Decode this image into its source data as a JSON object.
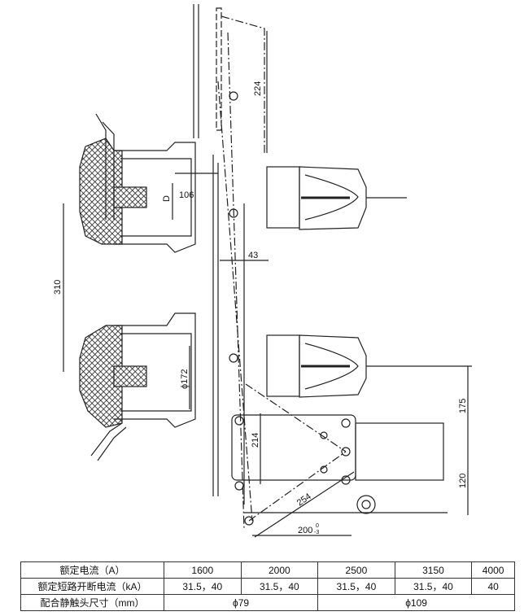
{
  "drawing": {
    "dimensions": {
      "d224": "224",
      "d106": "106",
      "dD": "D",
      "d43": "43",
      "d310": "310",
      "d172": "ϕ172",
      "d175": "175",
      "d214": "214",
      "d254": "254",
      "d120": "120",
      "d200": "200",
      "d200_tol_upper": "0",
      "d200_tol_lower": "-3"
    }
  },
  "table": {
    "rows": [
      {
        "label": "额定电流（A）",
        "cells": [
          "1600",
          "2000",
          "2500",
          "3150",
          "4000"
        ]
      },
      {
        "label": "额定短路开断电流（kA）",
        "cells": [
          "31.5，40",
          "31.5，40",
          "31.5，40",
          "31.5，40",
          "40"
        ]
      },
      {
        "label": "配合静触头尺寸（mm）",
        "cells": [
          "ϕ79",
          "ϕ109"
        ]
      }
    ]
  }
}
